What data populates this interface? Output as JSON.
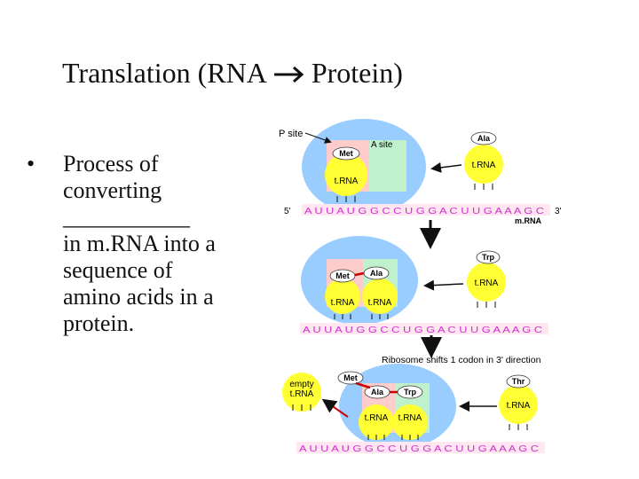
{
  "slide": {
    "title_part1": "Translation (RNA",
    "title_part2": "Protein)",
    "bullet_char": "•",
    "bullet_lines": [
      "Process of",
      "converting",
      "___________",
      "in m.RNA into a",
      "sequence of",
      "amino acids in a",
      "protein."
    ]
  },
  "diagram": {
    "colors": {
      "ribosome": "#99ccff",
      "p_site": "#ffcccc",
      "a_site": "#bff2cc",
      "trna": "#ffff33",
      "bond": "#cc0000",
      "mrna_strip": "#ffe6f0",
      "mrna_text": "#cc33cc"
    },
    "p_site_label": "P site",
    "a_site_label": "A site",
    "five_prime": "5'",
    "three_prime": "3'",
    "mrna_label": "m.RNA",
    "shift_caption": "Ribosome shifts 1 codon in 3' direction",
    "empty_trna_label": [
      "empty",
      "t.RNA"
    ],
    "trna_label": "t.RNA",
    "panel1": {
      "mrna": "A U U A U G G C C U G G A C U U G A A A G C",
      "site_trnas": [
        {
          "aa": "Met",
          "label": "t.RNA"
        }
      ],
      "incoming": {
        "aa": "Ala",
        "label": "t.RNA"
      }
    },
    "panel2": {
      "mrna": "A U U A U G G C C U G G A C U U G A A A G C",
      "site_trnas": [
        {
          "aa": "Met",
          "label": "t.RNA"
        },
        {
          "aa": "Ala",
          "label": "t.RNA"
        }
      ],
      "incoming": {
        "aa": "Trp",
        "label": "t.RNA"
      }
    },
    "panel3": {
      "mrna": "A U U A U G G C C U G G A C U U G A A A G C",
      "chain": [
        "Met",
        "Ala",
        "Trp"
      ],
      "incoming": {
        "aa": "Thr",
        "label": "t.RNA"
      }
    }
  }
}
